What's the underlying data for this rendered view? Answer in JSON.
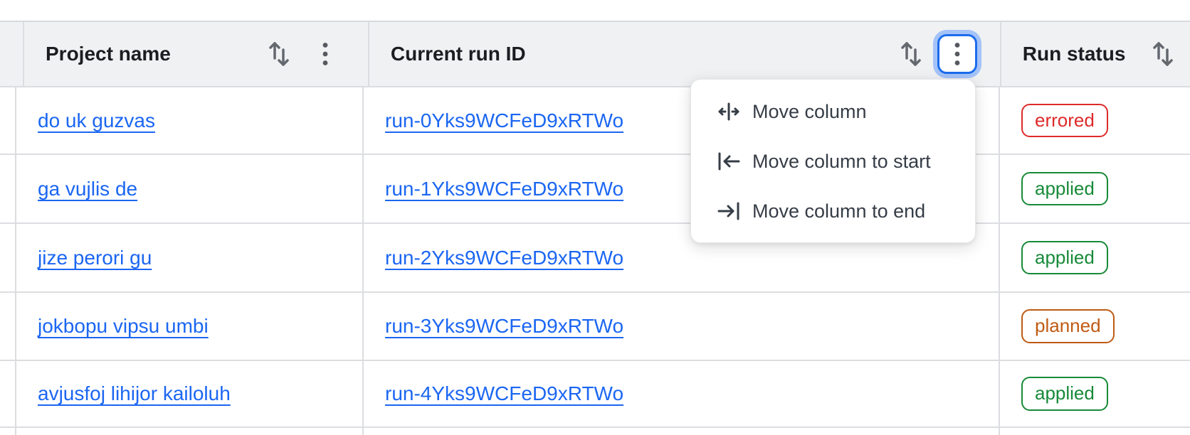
{
  "table": {
    "columns": [
      {
        "label": "Project name"
      },
      {
        "label": "Current run ID"
      },
      {
        "label": "Run status"
      }
    ],
    "rows": [
      {
        "project_name": "do uk guzvas",
        "run_id": "run-0Yks9WCFeD9xRTWo",
        "run_status": "errored"
      },
      {
        "project_name": "ga vujlis de",
        "run_id": "run-1Yks9WCFeD9xRTWo",
        "run_status": "applied"
      },
      {
        "project_name": "jize perori gu",
        "run_id": "run-2Yks9WCFeD9xRTWo",
        "run_status": "applied"
      },
      {
        "project_name": "jokbopu vipsu umbi",
        "run_id": "run-3Yks9WCFeD9xRTWo",
        "run_status": "planned"
      },
      {
        "project_name": "avjusfoj lihijor kailoluh",
        "run_id": "run-4Yks9WCFeD9xRTWo",
        "run_status": "applied"
      }
    ]
  },
  "column_menu": {
    "items": [
      {
        "label": "Move column",
        "icon": "move-column-icon"
      },
      {
        "label": "Move column to start",
        "icon": "move-column-to-start-icon"
      },
      {
        "label": "Move column to end",
        "icon": "move-column-to-end-icon"
      }
    ]
  },
  "colors": {
    "link_blue": "#1b66f2",
    "status_errored_red": "#dd2a2a",
    "status_applied_green": "#178a38",
    "status_planned_orange": "#bf5a12",
    "focus_border_blue": "#1b6cec",
    "focus_halo_blue": "#a4c3f8",
    "header_background": "#f0f1f2",
    "table_border_gray": "#dbdde0",
    "icon_gray": "#64686f",
    "menu_text": "#363d47"
  }
}
